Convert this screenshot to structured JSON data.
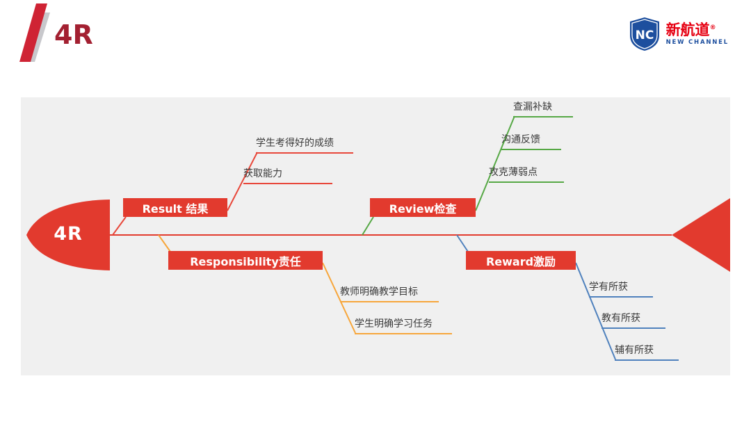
{
  "header": {
    "title": "4R",
    "logo": {
      "shield_text": "NC",
      "brand_cn": "新航道",
      "registered": "®",
      "brand_en": "NEW CHANNEL"
    }
  },
  "diagram": {
    "head_label": "4R",
    "colors": {
      "accent_red": "#e23a2e",
      "title_red": "#a32031",
      "result_line": "#e8473a",
      "review_line": "#56a845",
      "responsibility_line": "#f7a63b",
      "reward_line": "#4f81bd",
      "panel_gray": "#f0f0f0"
    },
    "branches": [
      {
        "id": "result",
        "label": "Result 结果",
        "position": "top-left",
        "color": "#e8473a",
        "items": [
          "学生考得好的成绩",
          "获取能力"
        ]
      },
      {
        "id": "review",
        "label": "Review检查",
        "position": "top-right",
        "color": "#56a845",
        "items": [
          "查漏补缺",
          "沟通反馈",
          "攻克薄弱点"
        ]
      },
      {
        "id": "responsibility",
        "label": "Responsibility责任",
        "position": "bottom-left",
        "color": "#f7a63b",
        "items": [
          "教师明确教学目标",
          "学生明确学习任务"
        ]
      },
      {
        "id": "reward",
        "label": "Reward激励",
        "position": "bottom-right",
        "color": "#4f81bd",
        "items": [
          "学有所获",
          "教有所获",
          "辅有所获"
        ]
      }
    ]
  }
}
